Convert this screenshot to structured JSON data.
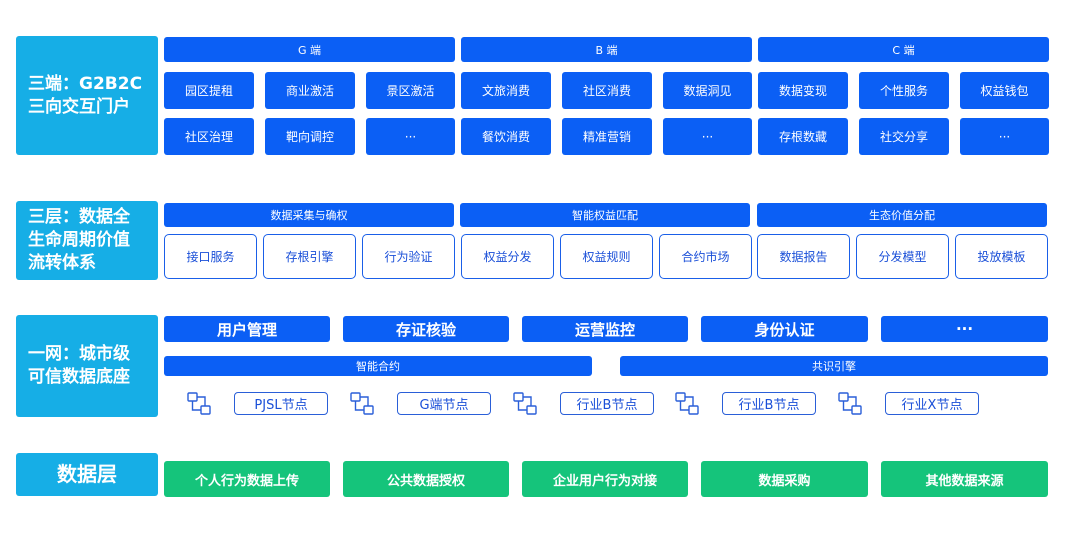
{
  "layers": {
    "portal": {
      "label": "三端：G2B2C\n三向交互门户",
      "headers": [
        "G 端",
        "B 端",
        "C 端"
      ],
      "row1": [
        "园区提租",
        "商业激活",
        "景区激活",
        "文旅消费",
        "社区消费",
        "数据洞见",
        "数据变现",
        "个性服务",
        "权益钱包"
      ],
      "row2": [
        "社区治理",
        "靶向调控",
        "···",
        "餐饮消费",
        "精准营销",
        "···",
        "存根数藏",
        "社交分享",
        "···"
      ]
    },
    "lifecycle": {
      "label": "三层：数据全\n生命周期价值\n流转体系",
      "headers": [
        "数据采集与确权",
        "智能权益匹配",
        "生态价值分配"
      ],
      "cells": [
        "接口服务",
        "存根引擎",
        "行为验证",
        "权益分发",
        "权益规则",
        "合约市场",
        "数据报告",
        "分发模型",
        "投放模板"
      ]
    },
    "network": {
      "label": "一网：城市级\n可信数据底座",
      "modules": [
        "用户管理",
        "存证核验",
        "运营监控",
        "身份认证",
        "···"
      ],
      "bars": [
        "智能合约",
        "共识引擎"
      ],
      "nodes": [
        "PJSL节点",
        "G端节点",
        "行业B节点",
        "行业B节点",
        "行业X节点"
      ]
    },
    "data": {
      "label": "数据层",
      "sources": [
        "个人行为数据上传",
        "公共数据授权",
        "企业用户行为对接",
        "数据采购",
        "其他数据来源"
      ]
    }
  },
  "colors": {
    "label_bg": "#16aee6",
    "primary_blue": "#0b5ff5",
    "outline_blue": "#1a5fe8",
    "green": "#15c47b"
  },
  "icons": {
    "node": "network-node-icon"
  }
}
